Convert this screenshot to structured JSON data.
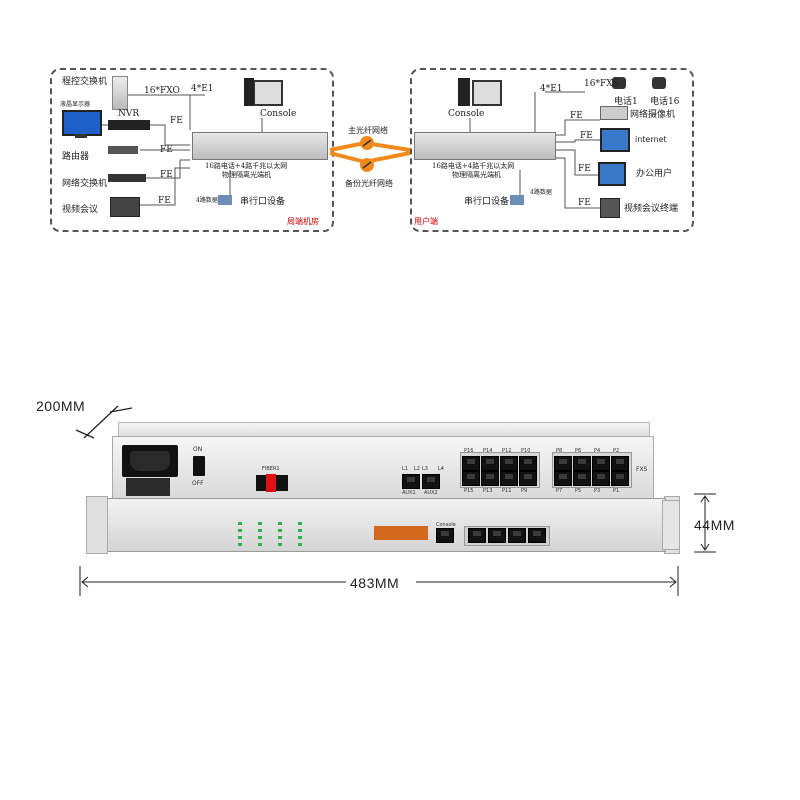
{
  "left_site": {
    "items": [
      "程控交换机",
      "液晶显示器",
      "NVR",
      "路由器",
      "网络交换机",
      "视频会议"
    ],
    "links": {
      "fxo": "16*FXO",
      "e1": "4*E1",
      "fe1": "FE",
      "fe2": "FE",
      "fe3": "FE",
      "fe4": "FE"
    },
    "console": "Console",
    "device_caption": [
      "16路电话+4路千兆以太网",
      "物理隔离光端机"
    ],
    "data_board": "4路数据",
    "serial": "串行口设备",
    "site_label": "局端机房"
  },
  "middle": {
    "main_fiber": "主光纤网络",
    "backup_fiber": "备份光纤网络"
  },
  "right_site": {
    "items": [
      "电话1",
      "电话16",
      "网络摄像机",
      "internet",
      "办公用户",
      "视频会议终端"
    ],
    "links": {
      "fxs": "16*FXS",
      "e1": "4*E1",
      "fe1": "FE",
      "fe2": "FE",
      "fe3": "FE",
      "fe4": "FE"
    },
    "console": "Console",
    "device_caption": [
      "16路电话+4路千兆以太网",
      "物理隔离光端机"
    ],
    "data_board": "4路数据",
    "serial": "串行口设备",
    "site_label": "用户端"
  },
  "device_photo": {
    "depth": "200MM",
    "height": "44MM",
    "width": "483MM",
    "power_on": "ON",
    "power_off": "OFF",
    "fiber": "FIBER1",
    "lan_top": [
      "L1",
      "L2",
      "L3",
      "L4"
    ],
    "aux": [
      "AUX1",
      "AUX2"
    ],
    "fxs_top": [
      "P16",
      "P14",
      "P12",
      "P10",
      "P8",
      "P6",
      "P4",
      "P2"
    ],
    "fxs_bottom": [
      "P15",
      "P13",
      "P11",
      "P9",
      "P7",
      "P5",
      "P3",
      "P1"
    ],
    "fxs": "FXS",
    "console_label": "Console"
  },
  "colors": {
    "accent_red": "#cc0000",
    "fiber_orange": "#f08a1c",
    "led_green": "#2db34a"
  }
}
